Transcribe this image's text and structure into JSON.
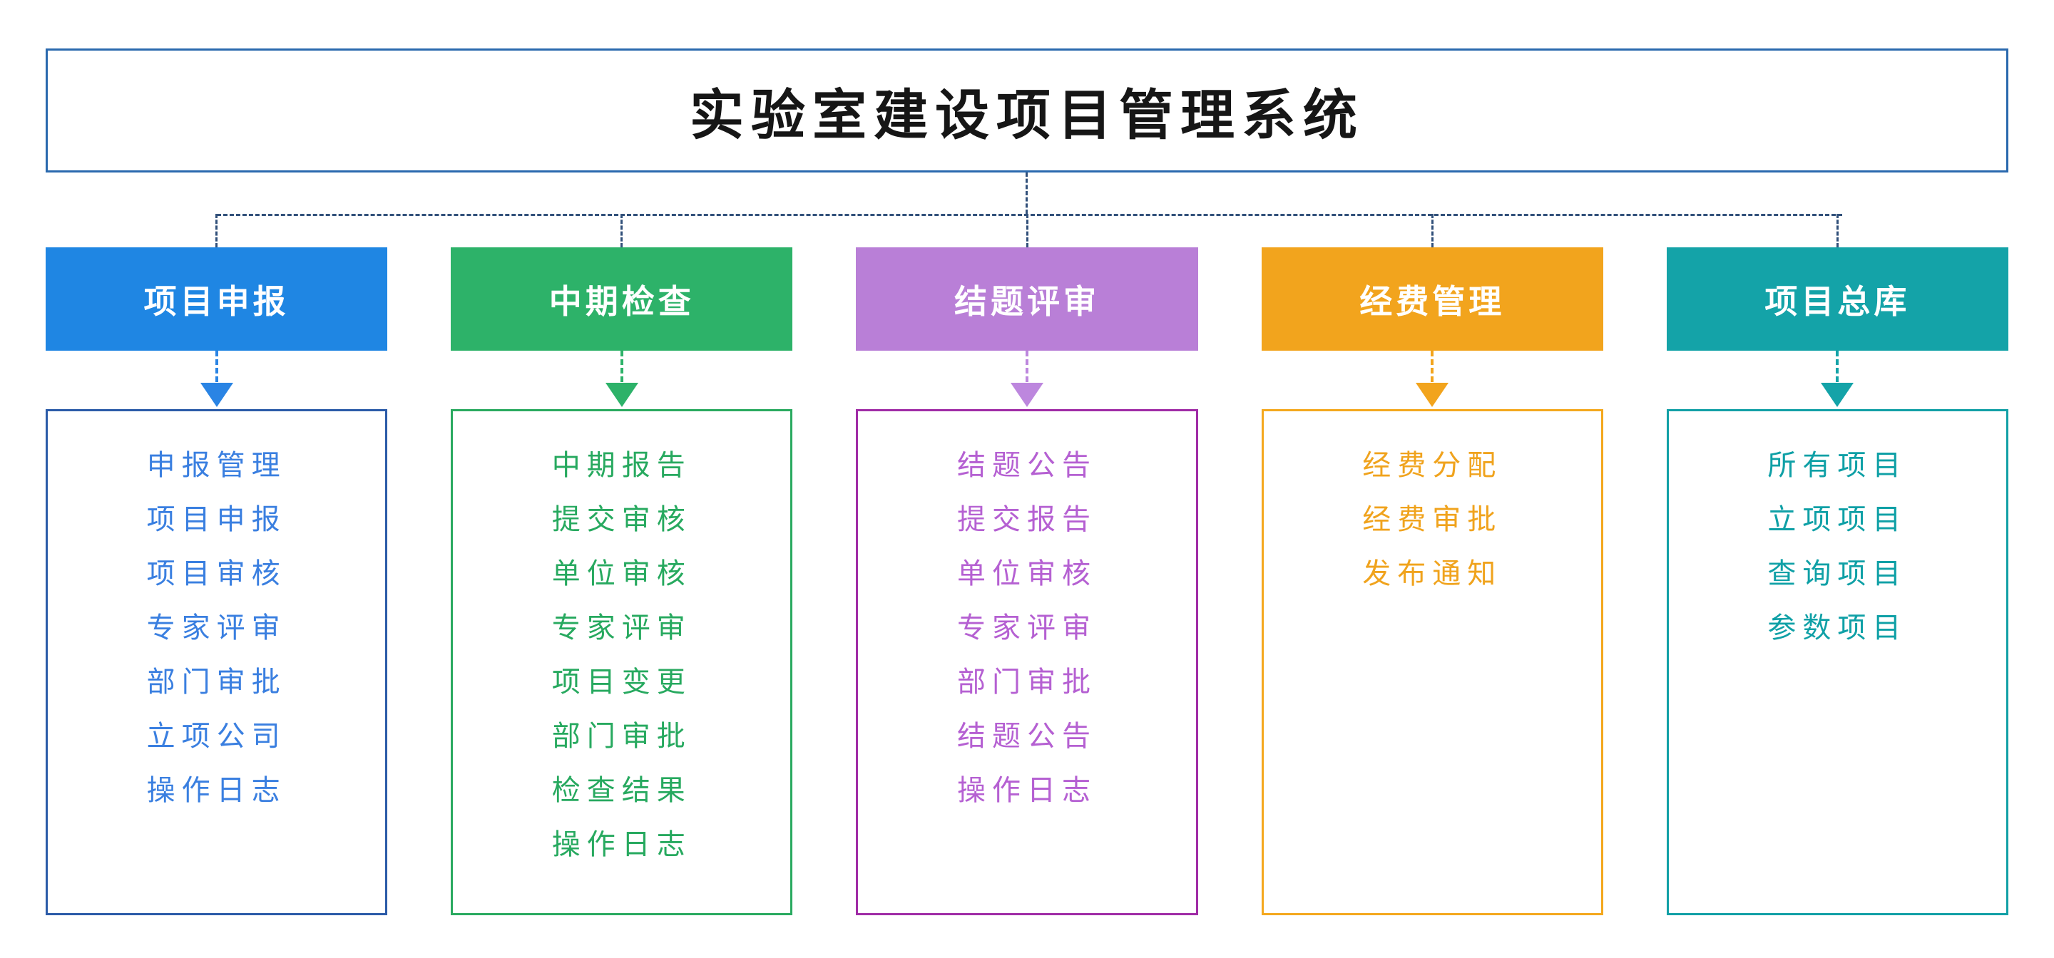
{
  "title": "实验室建设项目管理系统",
  "connector_color": "#31507a",
  "title_border_color": "#2a69ae",
  "columns": [
    {
      "title": "项目申报",
      "header_bg": "#1f86e3",
      "item_color": "#3a7fe0",
      "box_border": "#2b5ba8",
      "arrow_color": "#2a84e4",
      "items": [
        "申报管理",
        "项目申报",
        "项目审核",
        "专家评审",
        "部门审批",
        "立项公司",
        "操作日志"
      ]
    },
    {
      "title": "中期检查",
      "header_bg": "#2db269",
      "item_color": "#27a95f",
      "box_border": "#2aaa60",
      "arrow_color": "#2db269",
      "items": [
        "中期报告",
        "提交审核",
        "单位审核",
        "专家评审",
        "项目变更",
        "部门审批",
        "检查结果",
        "操作日志"
      ]
    },
    {
      "title": "结题评审",
      "header_bg": "#b97fd7",
      "item_color": "#b560d2",
      "box_border": "#a02ca6",
      "arrow_color": "#bd87de",
      "items": [
        "结题公告",
        "提交报告",
        "单位审核",
        "专家评审",
        "部门审批",
        "结题公告",
        "操作日志"
      ]
    },
    {
      "title": "经费管理",
      "header_bg": "#f2a41d",
      "item_color": "#f0a31d",
      "box_border": "#f4a81e",
      "arrow_color": "#f2a41d",
      "items": [
        "经费分配",
        "经费审批",
        "发布通知"
      ]
    },
    {
      "title": "项目总库",
      "header_bg": "#14a3a8",
      "item_color": "#0fa0a6",
      "box_border": "#12a0a6",
      "arrow_color": "#14a3a8",
      "items": [
        "所有项目",
        "立项项目",
        "查询项目",
        "参数项目"
      ]
    }
  ]
}
